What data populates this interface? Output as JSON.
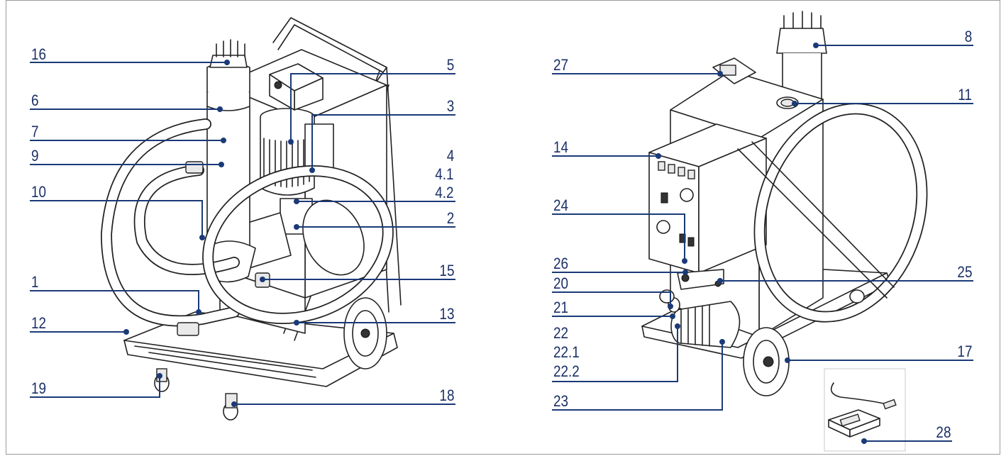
{
  "diagram": {
    "left_callouts": [
      "16",
      "6",
      "7",
      "9",
      "10",
      "1",
      "12",
      "19",
      "5",
      "3",
      "4",
      "4.1",
      "4.2",
      "2",
      "15",
      "13",
      "18"
    ],
    "right_callouts": [
      "27",
      "14",
      "24",
      "26",
      "20",
      "21",
      "22",
      "22.1",
      "22.2",
      "23",
      "8",
      "11",
      "25",
      "17",
      "28"
    ]
  }
}
